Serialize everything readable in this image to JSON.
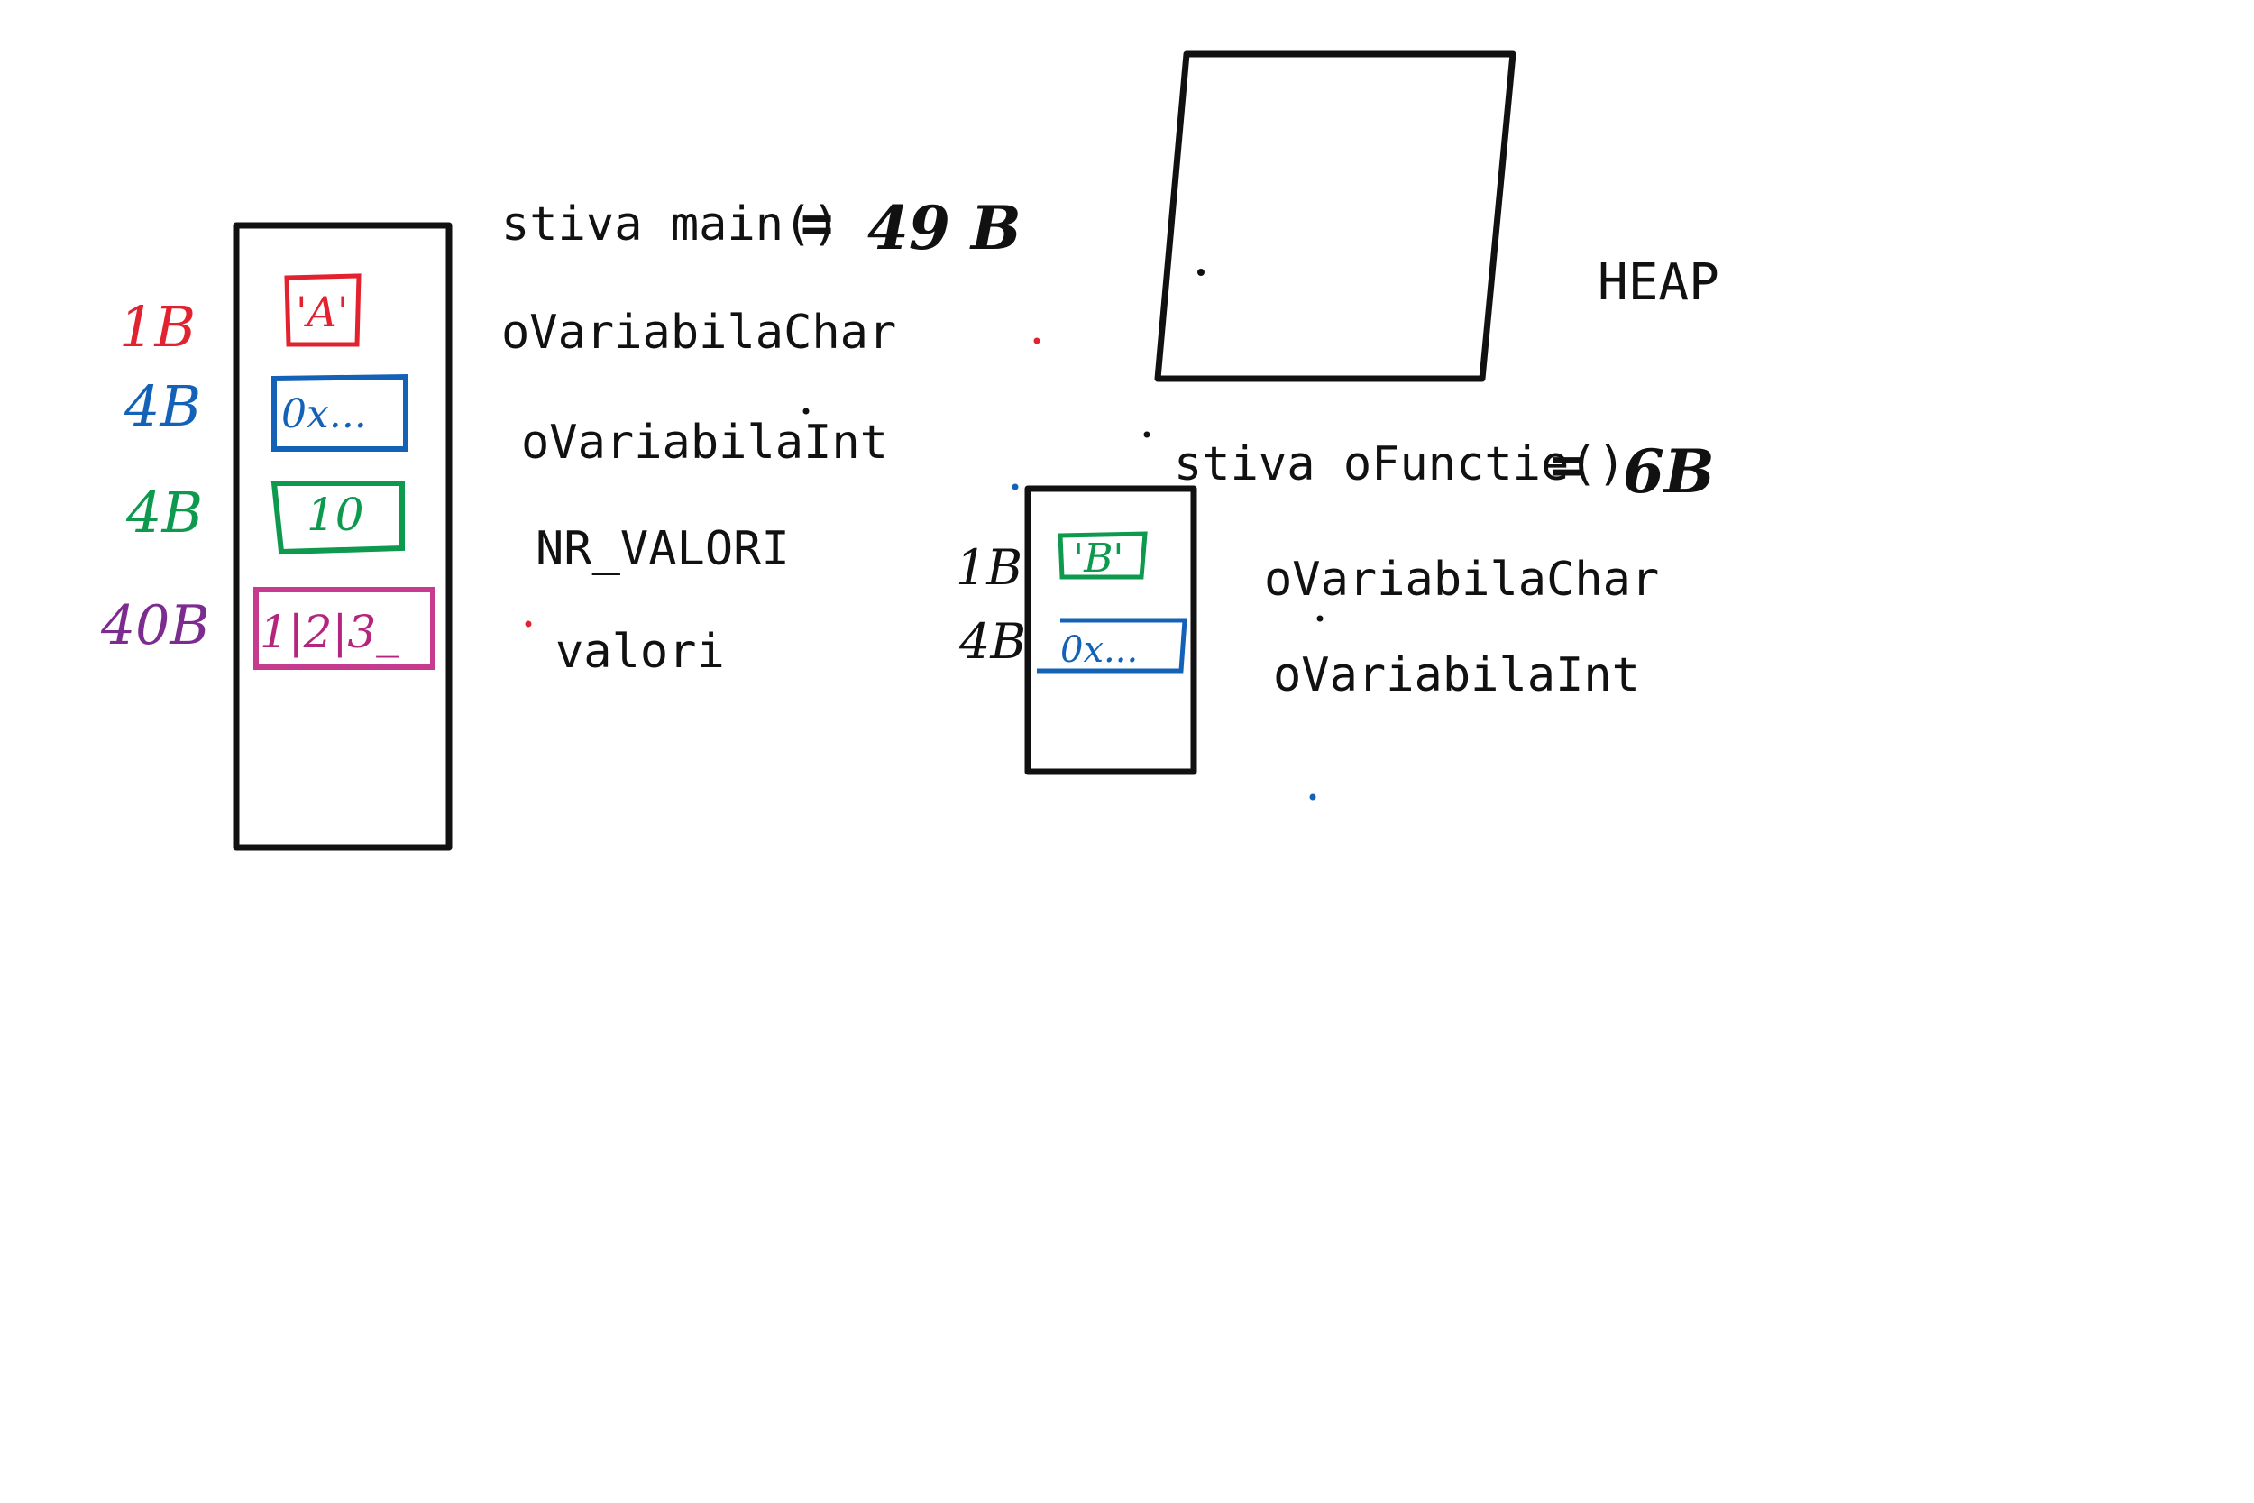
{
  "main_stack": {
    "title": "stiva main()",
    "size_eq": "=",
    "size": "49 B",
    "cells": [
      {
        "size": "1B",
        "value": "'A'",
        "name": "oVariabilaChar",
        "color": "#e3222f"
      },
      {
        "size": "4B",
        "value": "0x...",
        "name": "oVariabilaInt",
        "color": "#1462b8"
      },
      {
        "size": "4B",
        "value": "10",
        "name": "NR_VALORI",
        "color": "#0e9a4e"
      },
      {
        "size": "40B",
        "value": "1|2|3_",
        "name": "valori",
        "color": "#7c2b8e"
      }
    ]
  },
  "heap": {
    "label": "HEAP"
  },
  "func_stack": {
    "title": "stiva oFunctie()",
    "size_eq": "=",
    "size": "6B",
    "cells": [
      {
        "size": "1B",
        "value": "'B'",
        "name": "oVariabilaChar",
        "color": "#0e9a4e"
      },
      {
        "size": "4B",
        "value": "0x...",
        "name": "oVariabilaInt",
        "color": "#1462b8"
      }
    ]
  }
}
